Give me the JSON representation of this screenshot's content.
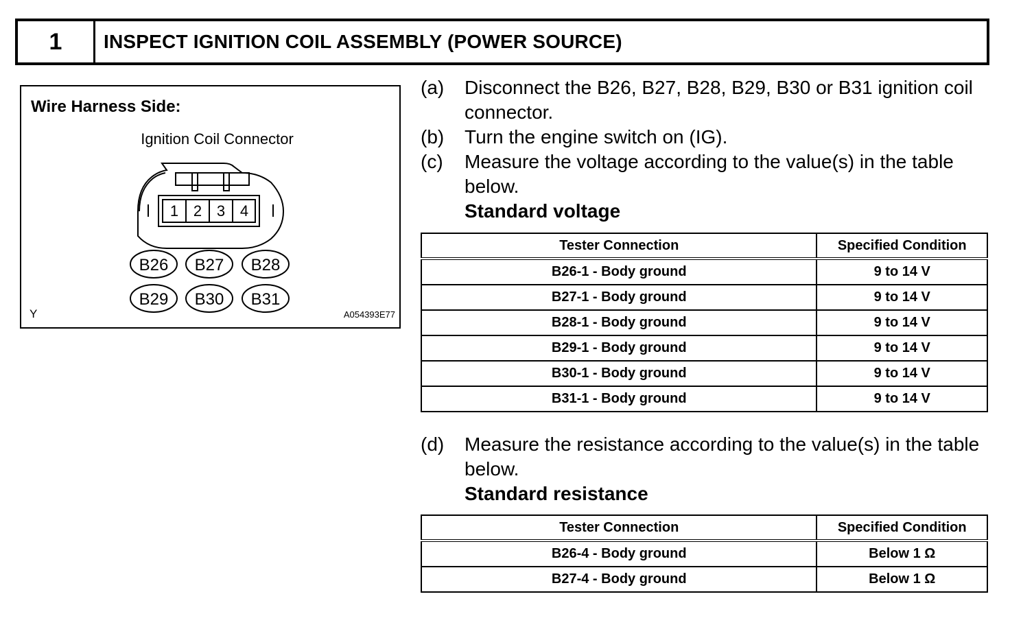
{
  "header": {
    "step_number": "1",
    "title": "INSPECT IGNITION COIL ASSEMBLY (POWER SOURCE)"
  },
  "figure": {
    "heading": "Wire Harness Side:",
    "caption": "Ignition Coil Connector",
    "pins": [
      "1",
      "2",
      "3",
      "4"
    ],
    "connectors": [
      "B26",
      "B27",
      "B28",
      "B29",
      "B30",
      "B31"
    ],
    "corner_mark": "Y",
    "figure_code": "A054393E77"
  },
  "steps": {
    "a": {
      "label": "(a)",
      "text": "Disconnect the B26, B27, B28, B29, B30 or B31 ignition coil connector."
    },
    "b": {
      "label": "(b)",
      "text": "Turn the engine switch on (IG)."
    },
    "c": {
      "label": "(c)",
      "text": "Measure the voltage according to the value(s) in the table below."
    },
    "c_standard": "Standard voltage",
    "d": {
      "label": "(d)",
      "text": "Measure the resistance according to the value(s) in the table below."
    },
    "d_standard": "Standard resistance"
  },
  "voltage_table": {
    "headers": [
      "Tester Connection",
      "Specified Condition"
    ],
    "rows": [
      [
        "B26-1 - Body ground",
        "9 to 14 V"
      ],
      [
        "B27-1 - Body ground",
        "9 to 14 V"
      ],
      [
        "B28-1 - Body ground",
        "9 to 14 V"
      ],
      [
        "B29-1 - Body ground",
        "9 to 14 V"
      ],
      [
        "B30-1 - Body ground",
        "9 to 14 V"
      ],
      [
        "B31-1 - Body ground",
        "9 to 14 V"
      ]
    ]
  },
  "resistance_table": {
    "headers": [
      "Tester Connection",
      "Specified Condition"
    ],
    "rows": [
      [
        "B26-4 - Body ground",
        "Below 1 Ω"
      ],
      [
        "B27-4 - Body ground",
        "Below 1 Ω"
      ]
    ]
  }
}
